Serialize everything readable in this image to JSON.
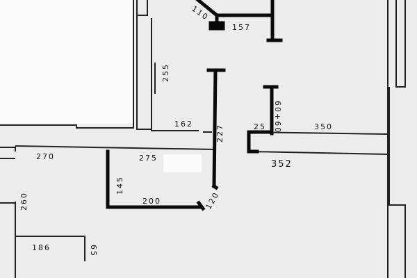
{
  "plan": {
    "dimensions": {
      "d110": "110",
      "d157": "157",
      "d255": "255",
      "d162": "162",
      "d227": "227",
      "d25": "25",
      "d60": "60+60",
      "d350": "350",
      "d352": "352",
      "d270": "270",
      "d275": "275",
      "d145": "145",
      "d200": "200",
      "d120": "120",
      "d260": "260",
      "d186": "186",
      "d65": "65"
    }
  }
}
